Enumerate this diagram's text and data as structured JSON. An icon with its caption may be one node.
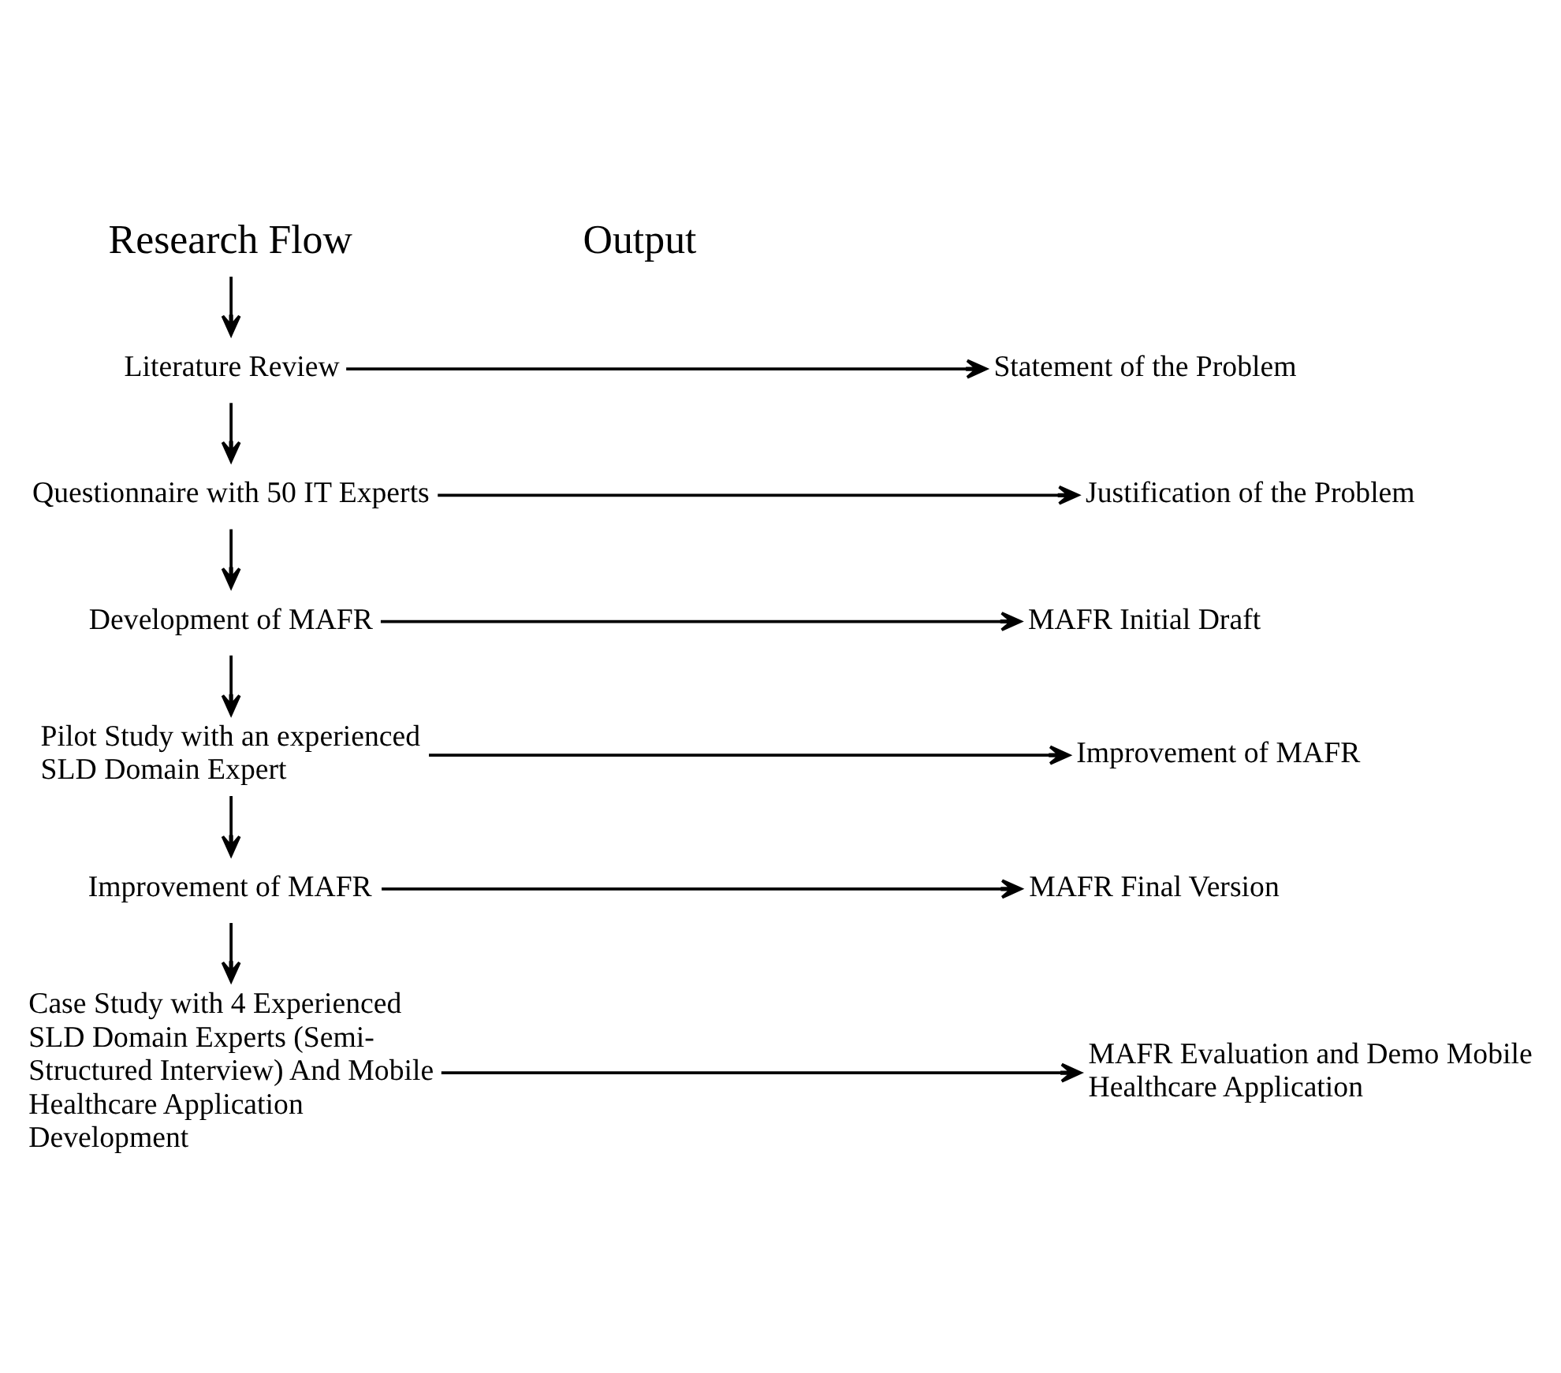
{
  "diagram": {
    "nodes": [
      {
        "text": [
          "Research Flow"
        ]
      },
      {
        "text": [
          "Literature Review"
        ]
      },
      {
        "text": [
          "Statement of the Problem"
        ]
      },
      {
        "text": [
          "Questionnaire with 50 IT Experts"
        ]
      },
      {
        "text": [
          "Justification of the Problem"
        ]
      },
      {
        "text": [
          "Development of MAFR"
        ]
      },
      {
        "text": [
          "MAFR Initial Draft"
        ]
      },
      {
        "text": [
          "Pilot Study with an experienced SLD Domain Expert"
        ]
      },
      {
        "text": [
          "Improvement of MAFR"
        ]
      },
      {
        "text": [
          "Improvement of MAFR"
        ]
      },
      {
        "text": [
          "MAFR Final Version"
        ]
      },
      {
        "text": [
          "Case Study with 4 Experienced SLD Domain Experts (Semi-Structured Interview) And Mobile Healthcare Application Development"
        ]
      },
      {
        "text": [
          "MAFR Evaluation and Demo Mobile Healthcare Application"
        ]
      }
    ],
    "edges": [
      {
        "from": 0,
        "to": 1,
        "arrow": "to"
      },
      {
        "from": 1,
        "to": 2,
        "arrow": "to"
      },
      {
        "from": 1,
        "to": 3,
        "arrow": "to"
      },
      {
        "from": 3,
        "to": 4,
        "arrow": "to"
      },
      {
        "from": 3,
        "to": 5,
        "arrow": "to"
      },
      {
        "from": 5,
        "to": 6,
        "arrow": "to"
      },
      {
        "from": 5,
        "to": 7,
        "arrow": "to"
      },
      {
        "from": 7,
        "to": 8,
        "arrow": "to"
      },
      {
        "from": 7,
        "to": 9,
        "arrow": "to"
      },
      {
        "from": 9,
        "to": 10,
        "arrow": "to"
      },
      {
        "from": 9,
        "to": 11,
        "arrow": "to"
      },
      {
        "from": 11,
        "to": 12,
        "arrow": "to"
      }
    ],
    "labels": [
      "Output"
    ]
  }
}
